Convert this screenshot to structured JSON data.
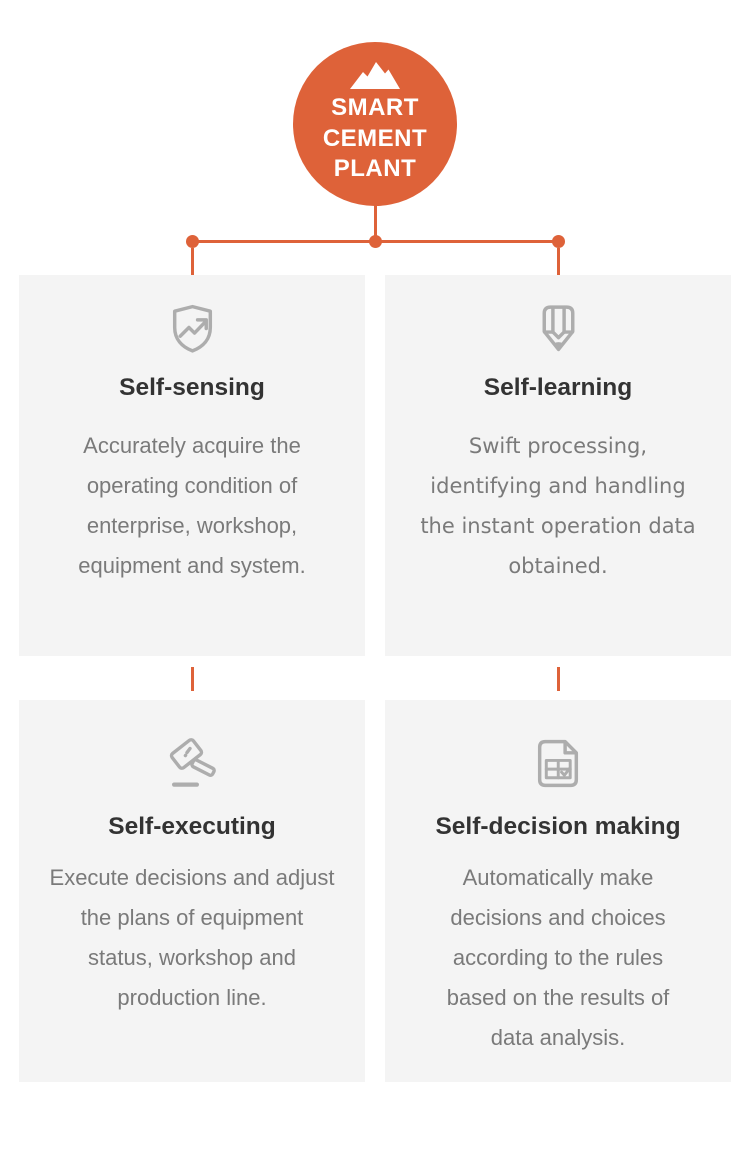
{
  "colors": {
    "accent_orange": "#DE6239",
    "card_background": "#F4F4F4",
    "title_text": "#333333",
    "body_text": "#7A7A7A",
    "icon_gray": "#ADADAD"
  },
  "hub": {
    "icon": "mountain-icon",
    "title_lines": {
      "0": "SMART",
      "1": "CEMENT",
      "2": "PLANT"
    }
  },
  "cards": [
    {
      "id": "self-sensing",
      "icon": "shield-trend-arrow-icon",
      "title": "Self-sensing",
      "body": {
        "0": "Accurately acquire the",
        "1": "operating condition of",
        "2": "enterprise, workshop,",
        "3": "equipment and system."
      }
    },
    {
      "id": "self-learning",
      "icon": "pencil-badge-icon",
      "title": "Self-learning",
      "body": {
        "0": "Swift processing,",
        "1": "identifying and handling",
        "2": "the instant operation data",
        "3": "obtained."
      }
    },
    {
      "id": "self-executing",
      "icon": "gavel-icon",
      "title": "Self-executing",
      "body": {
        "0": "Execute decisions and adjust",
        "1": "the plans of equipment",
        "2": "status, workshop and",
        "3": "production line."
      }
    },
    {
      "id": "self-decision-making",
      "icon": "document-check-icon",
      "title": "Self-decision making",
      "body": {
        "0": "Automatically make",
        "1": "decisions and choices",
        "2": "according to the rules",
        "3": "based on the results of",
        "4": "data analysis."
      }
    }
  ]
}
